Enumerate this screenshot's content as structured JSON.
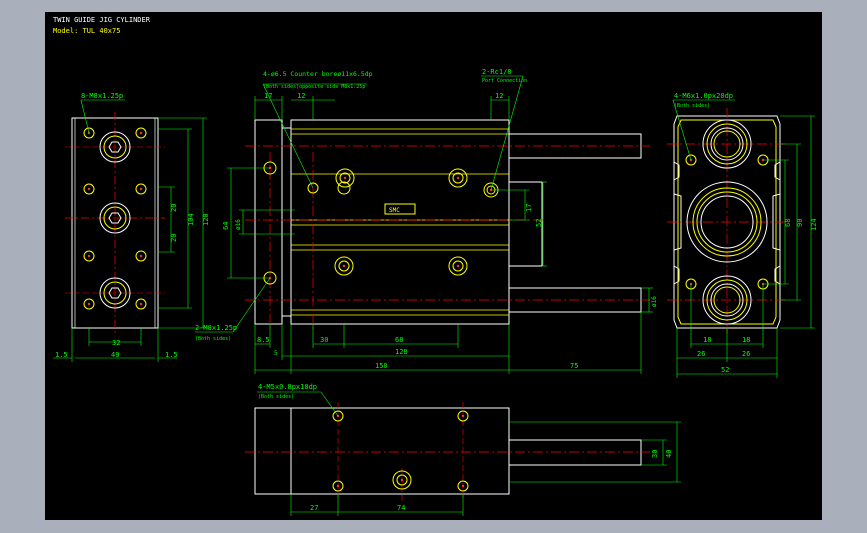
{
  "header": {
    "title": "TWIN GUIDE JIG CYLINDER",
    "model": "Model: TUL 40x75"
  },
  "colors": {
    "background": "#000000",
    "outline": "#ffffff",
    "dimension": "#00ff00",
    "feature": "#ffff00",
    "centerline": "#ff0000",
    "frame_bg": "#a9b0bc"
  },
  "callouts": {
    "left_threads": "8-M8x1.25p",
    "counter_bore_1": "4-ø6.5  Counter boreø11x6.5dp",
    "counter_bore_2": "(Both sides)opposite side M8x1.25p",
    "port": "2-Rc1/8",
    "port_note": "Port Connection",
    "right_threads": "4-M6x1.0px20dp",
    "right_sides": "(Both sides)",
    "front_threads": "2-M8x1.25p",
    "front_sides": "(Both sides)",
    "bottom_threads": "4-M5x0.8px10dp",
    "bottom_sides": "(Both sides)"
  },
  "dims": {
    "left_1": "1.5",
    "left_49": "49",
    "left_1b": "1.5",
    "left_32": "32",
    "left_20a": "20",
    "left_20b": "20",
    "left_104": "104",
    "left_120": "120",
    "top_17": "17",
    "top_12a": "12",
    "top_12b": "12",
    "front_64": "64",
    "front_16": "ø16",
    "front_17": "17",
    "front_52": "52",
    "front_16b": "ø16",
    "front_8": "8.5",
    "front_5": "5",
    "front_30": "30",
    "front_68": "68",
    "front_128": "128",
    "front_150": "150",
    "front_75": "75",
    "right_68": "68",
    "right_90": "90",
    "right_124": "124",
    "right_18a": "18",
    "right_18b": "18",
    "right_26a": "26",
    "right_26b": "26",
    "right_52": "52",
    "bot_27": "27",
    "bot_74": "74",
    "bot_30": "30",
    "bot_40": "40"
  },
  "label_plate": "SMC"
}
